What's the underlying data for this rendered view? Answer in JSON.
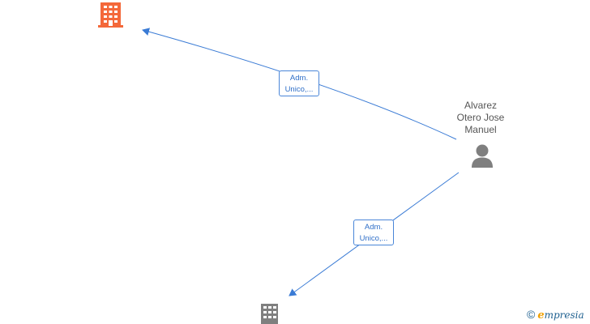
{
  "colors": {
    "edge": "#3a7bd5",
    "company_highlight": "#f4683a",
    "company_default": "#7f7f7f",
    "person": "#7f7f7f",
    "brand_e": "#f0a000",
    "brand_text": "#1d5f8f"
  },
  "nodes": {
    "company_top": {
      "icon": "building-icon",
      "color": "#f4683a"
    },
    "company_bottom": {
      "icon": "building-icon",
      "color": "#7f7f7f"
    },
    "person": {
      "icon": "person-icon",
      "name_lines": [
        "Alvarez",
        "Otero Jose",
        "Manuel"
      ]
    }
  },
  "edges": [
    {
      "label_lines": [
        "Adm.",
        "Unico,..."
      ]
    },
    {
      "label_lines": [
        "Adm.",
        "Unico,..."
      ]
    }
  ],
  "watermark": {
    "symbol": "©",
    "brand_initial": "e",
    "brand_rest": "mpresia"
  }
}
